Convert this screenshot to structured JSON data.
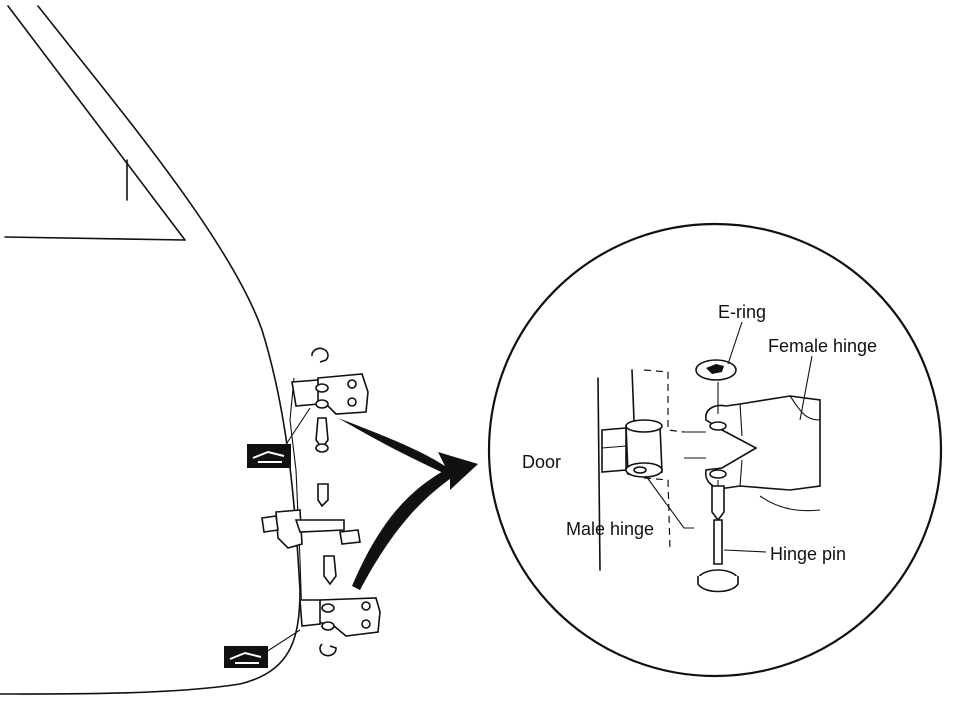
{
  "labels": {
    "e_ring": "E-ring",
    "female_hinge": "Female hinge",
    "door": "Door",
    "male_hinge": "Male hinge",
    "hinge_pin": "Hinge pin"
  },
  "icons": {
    "tool_badge_upper": "wrench-torque-icon",
    "tool_badge_lower": "wrench-torque-icon"
  }
}
